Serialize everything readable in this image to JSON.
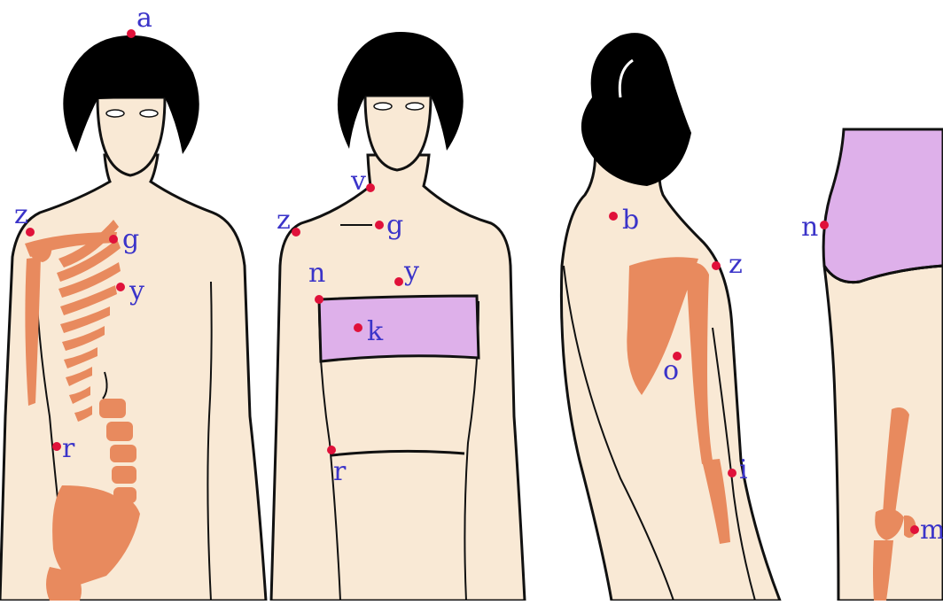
{
  "colors": {
    "skin": "#f9e9d5",
    "outline": "#111111",
    "hair": "#000000",
    "bone": "#e88a5e",
    "band": "#deb0ea",
    "landmark": "#e0113a",
    "label": "#3b34c9"
  },
  "figures": [
    {
      "name": "front view with skeleton",
      "landmarks": [
        {
          "id": "a",
          "label": "a"
        },
        {
          "id": "z",
          "label": "z"
        },
        {
          "id": "g",
          "label": "g"
        },
        {
          "id": "y",
          "label": "y"
        },
        {
          "id": "r",
          "label": "r"
        }
      ]
    },
    {
      "name": "front view with bust band",
      "landmarks": [
        {
          "id": "v",
          "label": "v"
        },
        {
          "id": "z",
          "label": "z"
        },
        {
          "id": "g",
          "label": "g"
        },
        {
          "id": "n",
          "label": "n"
        },
        {
          "id": "y",
          "label": "y"
        },
        {
          "id": "k",
          "label": "k"
        },
        {
          "id": "r",
          "label": "r"
        }
      ]
    },
    {
      "name": "back view with arm bones",
      "landmarks": [
        {
          "id": "b",
          "label": "b"
        },
        {
          "id": "z",
          "label": "z"
        },
        {
          "id": "o",
          "label": "o"
        },
        {
          "id": "i",
          "label": "i"
        }
      ]
    },
    {
      "name": "side view of hip and leg",
      "landmarks": [
        {
          "id": "n",
          "label": "n"
        },
        {
          "id": "m",
          "label": "m"
        }
      ]
    }
  ]
}
